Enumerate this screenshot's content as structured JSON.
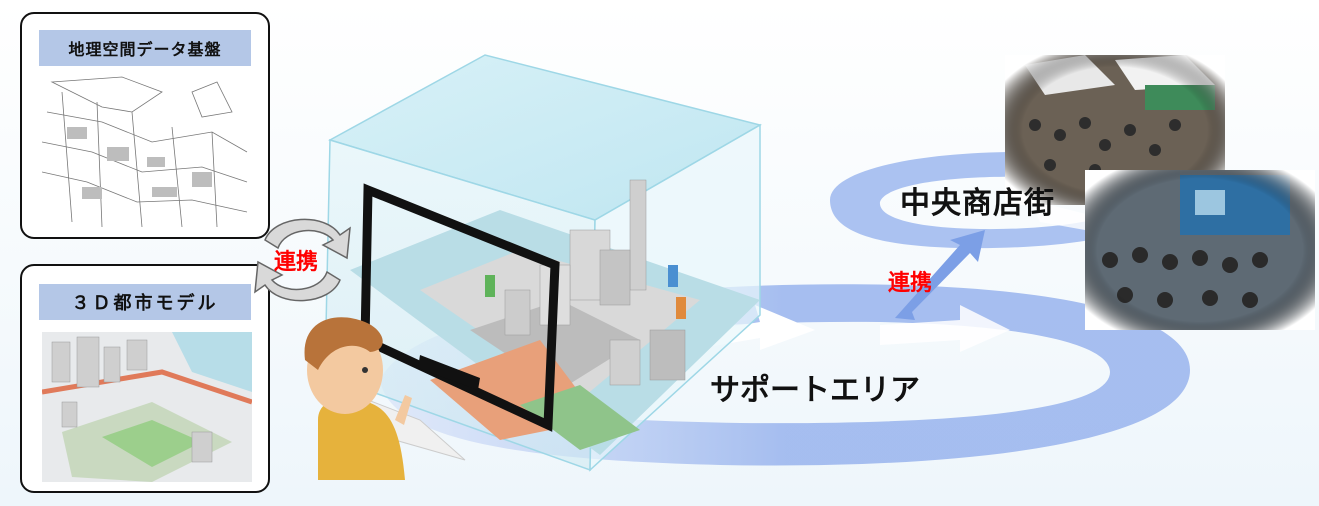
{
  "panels": {
    "geo": {
      "title": "地理空間データ基盤"
    },
    "city": {
      "title": "３Ｄ都市モデル"
    }
  },
  "labels": {
    "renkei_left": "連携",
    "renkei_right": "連携",
    "support_area": "サポートエリア",
    "central_shopping": "中央商店街"
  },
  "colors": {
    "accent_blue": "#9db7ee",
    "panel_title_bg": "#b4c7e7",
    "red_text": "#ff0000"
  }
}
